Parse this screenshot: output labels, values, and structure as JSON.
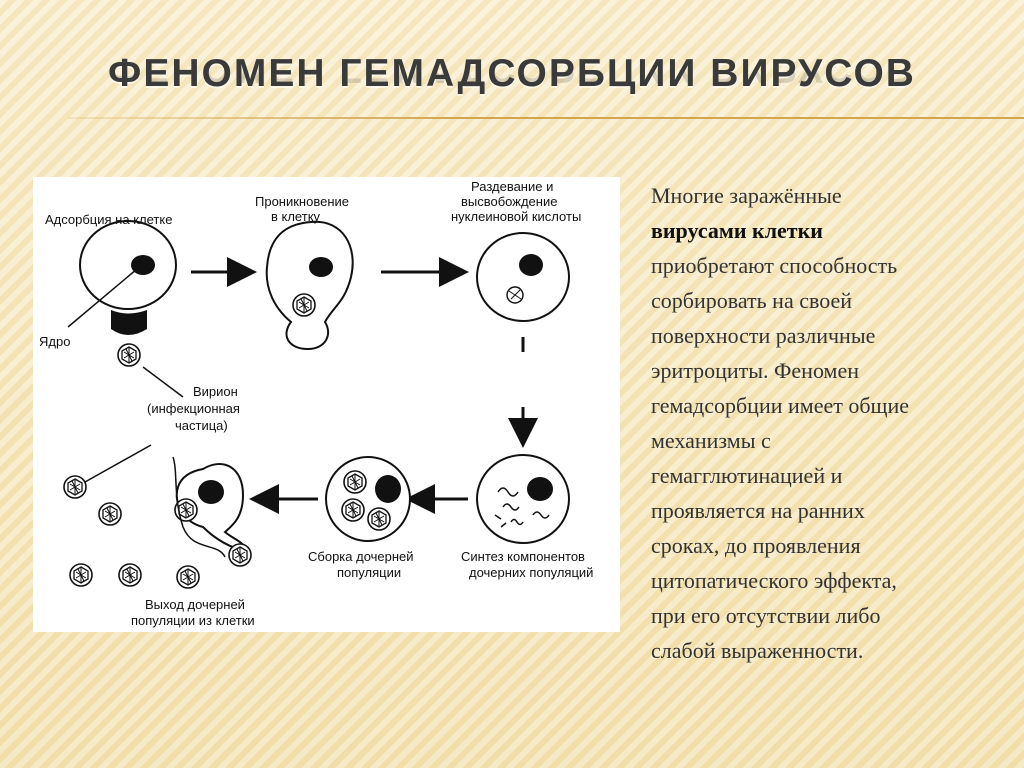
{
  "slide": {
    "title": "ФЕНОМЕН ГЕМАДСОРБЦИИ ВИРУСОВ",
    "accent_color": "#d2a650",
    "background_color": "#f6e7bb"
  },
  "figure": {
    "labels": {
      "adsorption": "Адсорбция на клетке",
      "penetration_1": "Проникновение",
      "penetration_2": "в клетку",
      "uncoating_1": "Раздевание и",
      "uncoating_2": "высвобождение",
      "uncoating_3": "нуклеиновой кислоты",
      "nucleus": "Ядро",
      "virion_1": "Вирион",
      "virion_2": "(инфекционная",
      "virion_3": "частица)",
      "assembly_1": "Сборка дочерней",
      "assembly_2": "популяции",
      "synthesis_1": "Синтез компонентов",
      "synthesis_2": "дочерних популяций",
      "release_1": "Выход дочерней",
      "release_2": "популяции из клетки"
    }
  },
  "text": {
    "line1": "Многие заражённые",
    "line2": "вирусами клетки",
    "line3": "приобретают способность",
    "line4": "сорбировать на своей",
    "line5": "поверхности различные",
    "line6": "эритроциты. Феномен",
    "line7": "гемадсорбции имеет общие",
    "line8": "механизмы с",
    "line9": "гемагглютинацией и",
    "line10": "проявляется на ранних",
    "line11": "сроках, до проявления",
    "line12": "цитопатического эффекта,",
    "line13": "при его отсутствии либо",
    "line14": "слабой выраженности."
  }
}
